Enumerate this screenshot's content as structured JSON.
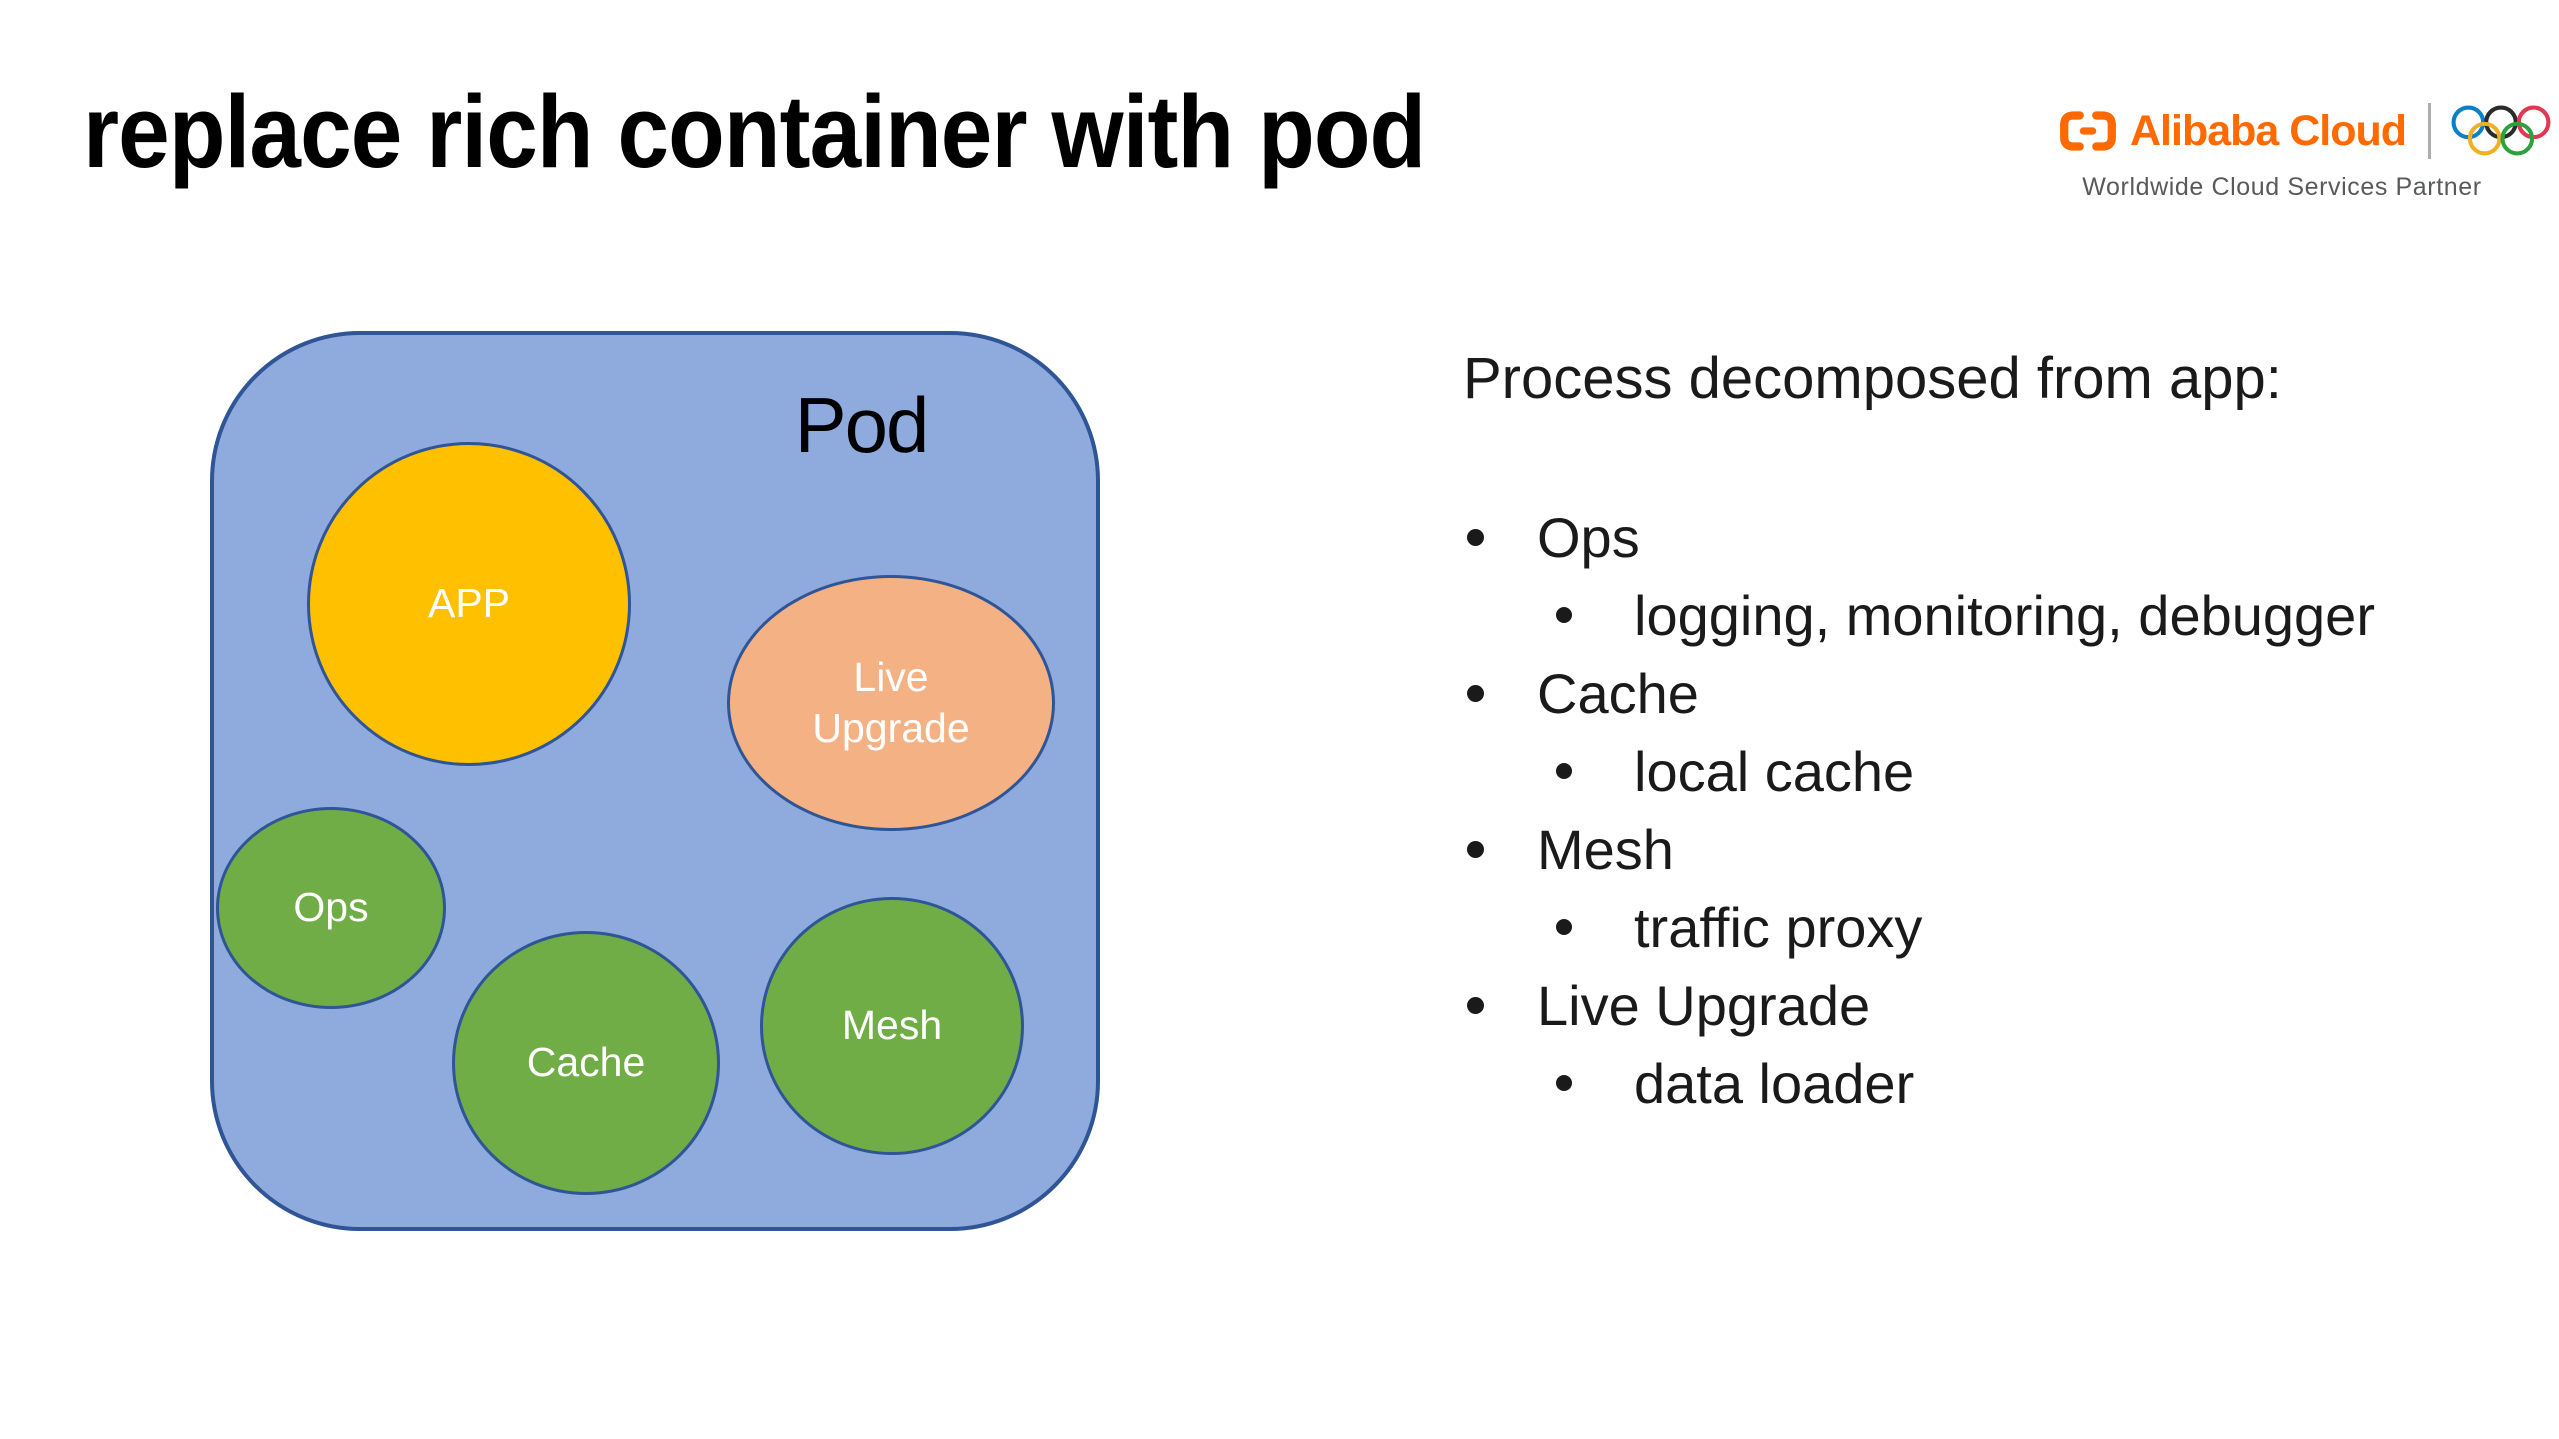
{
  "slide": {
    "title": "replace rich container with pod",
    "background_color": "#FFFFFF"
  },
  "logo": {
    "brand": "Alibaba Cloud",
    "brand_color": "#FF6A00",
    "tagline": "Worldwide Cloud Services Partner",
    "tagline_color": "#58595B",
    "olympic_ring_colors": {
      "blue": "#0A80C6",
      "black": "#2B2B2B",
      "red": "#E2374E",
      "yellow": "#EFB022",
      "green": "#2BA23D"
    }
  },
  "diagram": {
    "container": {
      "label": "Pod",
      "fill": "#8FAADC",
      "border_color": "#2F5597"
    },
    "node_border_color": "#2F5597",
    "nodes": [
      {
        "id": "app",
        "label": "APP",
        "fill": "#FFC000",
        "text_color": "#FFFFFF"
      },
      {
        "id": "live-upgrade",
        "label": "Live Upgrade",
        "fill": "#F4B183",
        "text_color": "#FFFFFF"
      },
      {
        "id": "ops",
        "label": "Ops",
        "fill": "#70AD47",
        "text_color": "#FFFFFF"
      },
      {
        "id": "cache",
        "label": "Cache",
        "fill": "#70AD47",
        "text_color": "#FFFFFF"
      },
      {
        "id": "mesh",
        "label": "Mesh",
        "fill": "#70AD47",
        "text_color": "#FFFFFF"
      }
    ]
  },
  "notes": {
    "heading": "Process decomposed from app:",
    "items": [
      {
        "label": "Ops",
        "sub": [
          "logging, monitoring, debugger"
        ]
      },
      {
        "label": "Cache",
        "sub": [
          "local cache"
        ]
      },
      {
        "label": "Mesh",
        "sub": [
          "traffic proxy"
        ]
      },
      {
        "label": "Live Upgrade",
        "sub": [
          "data loader"
        ]
      }
    ]
  }
}
